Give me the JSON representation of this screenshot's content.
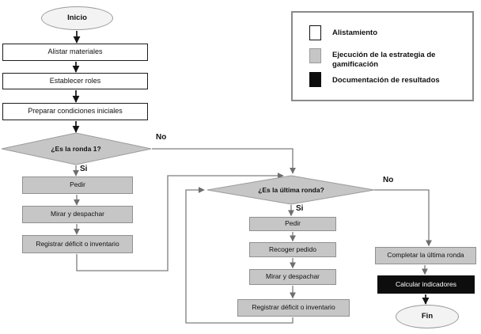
{
  "flowchart": {
    "nodes": {
      "inicio": "Inicio",
      "alistar_materiales": "Alistar materiales",
      "establecer_roles": "Establecer roles",
      "preparar_condiciones": "Preparar condiciones iniciales",
      "decision_ronda1": "¿Es la ronda 1?",
      "pedir_1": "Pedir",
      "mirar_despachar_1": "Mirar y despachar",
      "registrar_deficit_1": "Registrar déficit o inventario",
      "decision_ultima_ronda": "¿Es la última ronda?",
      "pedir_2": "Pedir",
      "recoger_pedido": "Recoger pedido",
      "mirar_despachar_2": "Mirar y despachar",
      "registrar_deficit_2": "Registrar déficit o inventario",
      "completar_ultima_ronda": "Completar la última ronda",
      "calcular_indicadores": "Calcular indicadores",
      "fin": "Fin"
    },
    "edge_labels": {
      "no_1": "No",
      "si_1": "Si",
      "si_2": "Si",
      "no_2": "No"
    }
  },
  "legend": {
    "items": [
      {
        "label": "Alistamiento",
        "swatch": "#ffffff"
      },
      {
        "label": "Ejecución de la estrategia de gamificación",
        "swatch": "#c6c6c6"
      },
      {
        "label": "Documentación de resultados",
        "swatch": "#0d0d0d"
      }
    ]
  },
  "colors": {
    "preparation_fill": "#ffffff",
    "execution_fill": "#c6c6c6",
    "documentation_fill": "#0d0d0d",
    "connector_gray": "#7d7d7d",
    "connector_black": "#141414"
  }
}
